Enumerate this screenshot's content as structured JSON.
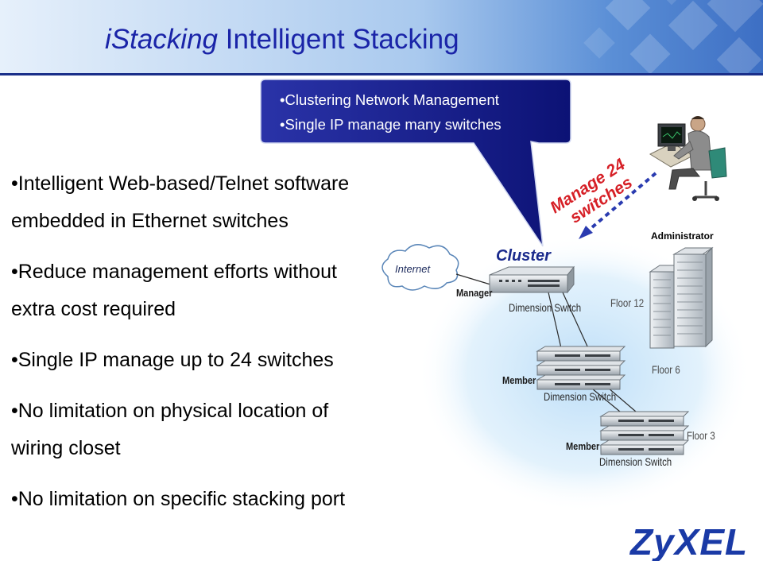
{
  "title": {
    "italic": "iStacking",
    "rest": " Intelligent Stacking"
  },
  "callout": {
    "lines": [
      "•Clustering Network Management",
      "•Single IP manage many switches"
    ]
  },
  "bullets": [
    {
      "lines": [
        "•Intelligent Web-based/Telnet software",
        "embedded in Ethernet switches"
      ]
    },
    {
      "lines": [
        "•Reduce management efforts without",
        "extra cost required"
      ]
    },
    {
      "lines": [
        "•Single IP manage up to 24 switches"
      ]
    },
    {
      "lines": [
        "•No limitation on physical location of",
        "wiring closet"
      ]
    },
    {
      "lines": [
        "•No limitation on specific stacking port"
      ]
    }
  ],
  "diagram": {
    "internet_label": "Internet",
    "cluster_label": "Cluster",
    "manage_label": [
      "Manage 24",
      "switches"
    ],
    "administrator_label": "Administrator",
    "manager_label": "Manager",
    "member_label": "Member",
    "switch_label": "Dimension Switch",
    "floors": [
      "Floor 12",
      "Floor 6",
      "Floor 3"
    ]
  },
  "logo": {
    "text": "ZyXEL"
  },
  "colors": {
    "title": "#1a24a8",
    "callout": "#141a8c",
    "manage_text": "#d61f26",
    "logo": "#1a3aa6"
  }
}
